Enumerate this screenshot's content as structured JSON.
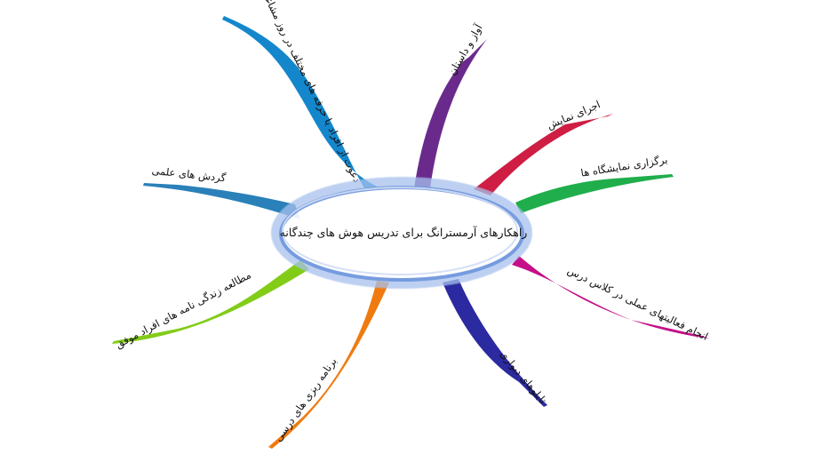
{
  "center": {
    "label": "راهکارهای آرمسترانگ برای تدریس هوش های چندگانه",
    "color": "#6f97dd"
  },
  "branches": [
    {
      "id": "music-poetry",
      "label": "آواز و داستان",
      "color": "#6a2a8c"
    },
    {
      "id": "show-performance",
      "label": "اجرای نمایش",
      "color": "#cf1d43"
    },
    {
      "id": "exhibition",
      "label": "برگزاری نمایشگاه ها",
      "color": "#1fae4b"
    },
    {
      "id": "practical-activities",
      "label": "انجام فعالیتهای عملی در کلاس درس",
      "color": "#c40f88"
    },
    {
      "id": "wall-boards",
      "label": "تابلوهای دیواری",
      "color": "#2c2aa0"
    },
    {
      "id": "lesson-planning",
      "label": "برنامه ریزی های درسی",
      "color": "#f07a10"
    },
    {
      "id": "biographies",
      "label": "مطالعه زندگی نامه های افراد موفق",
      "color": "#82cc18"
    },
    {
      "id": "science-tours",
      "label": "گردش های علمی",
      "color": "#2a80b8"
    },
    {
      "id": "professionals-visit",
      "label": "دعوت از افراد یا حرفه های مختلف در روز مشاغل",
      "color": "#1487cc"
    }
  ]
}
